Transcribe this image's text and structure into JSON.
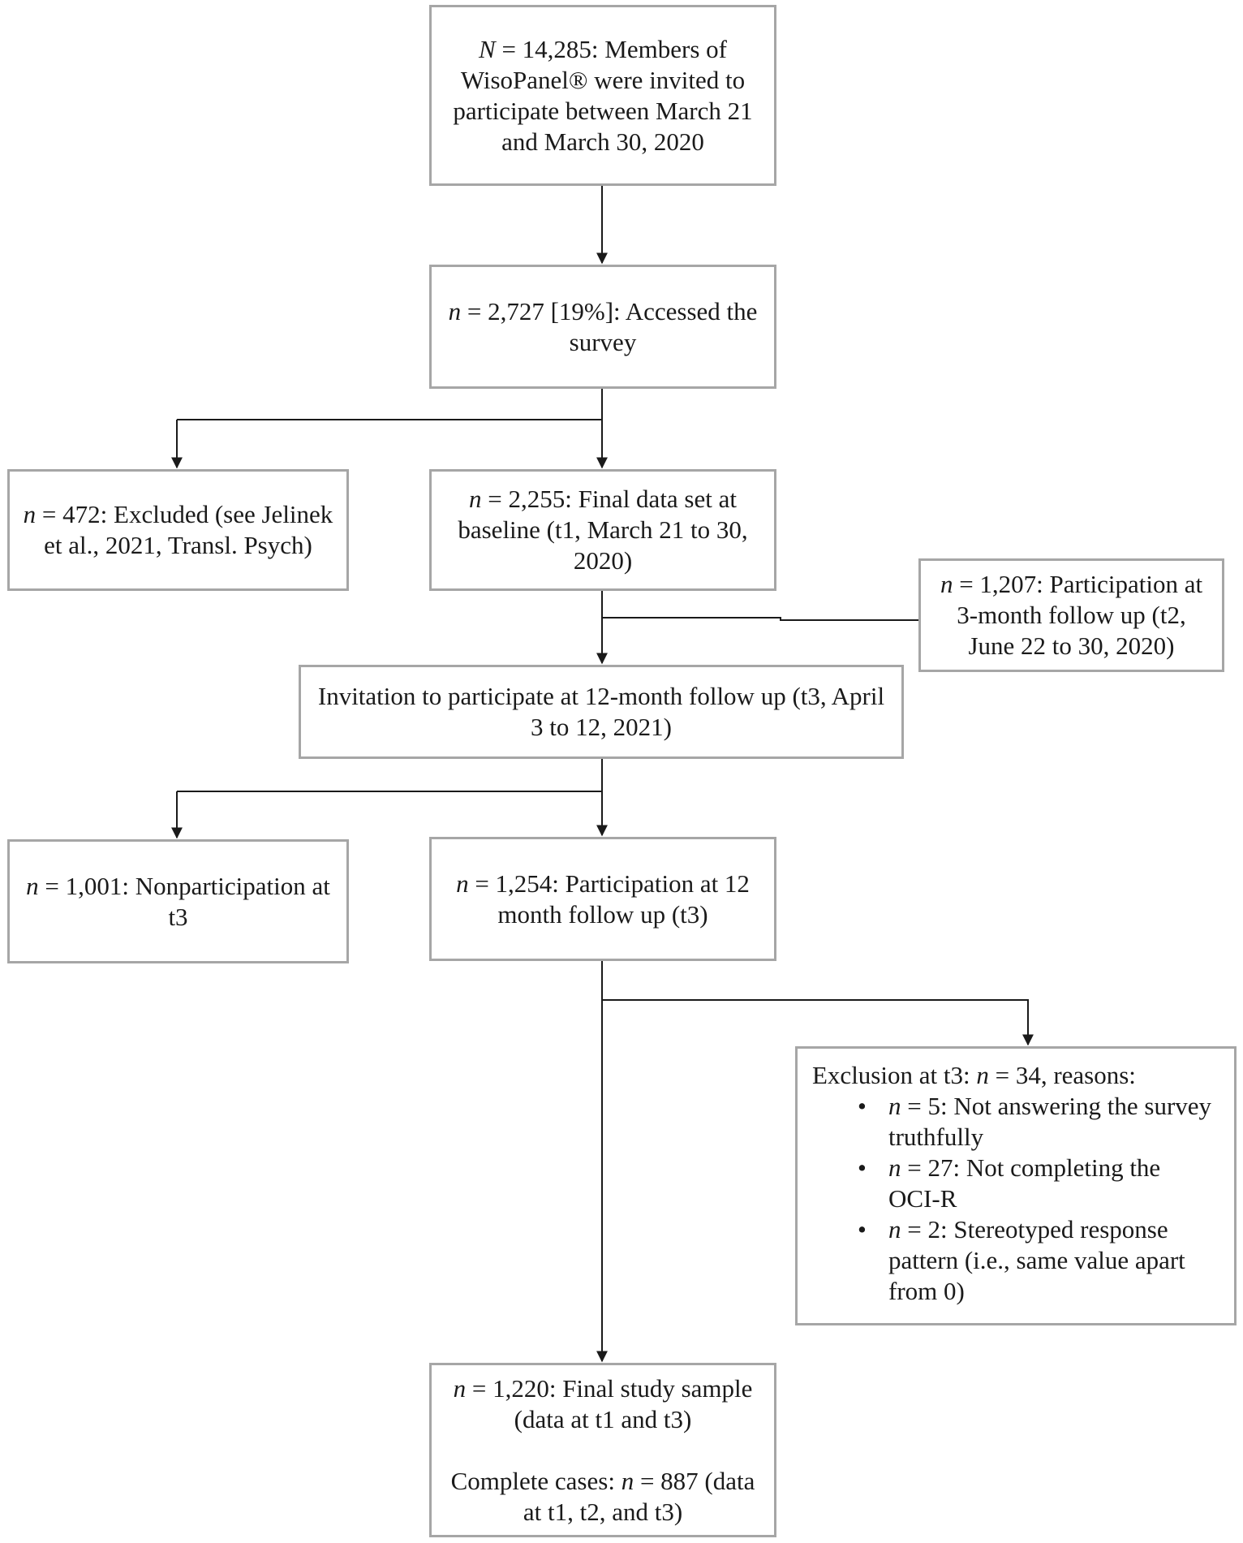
{
  "boxes": {
    "invited": {
      "var": "N",
      "text": " = 14,285: Members of WisoPanel® were invited to participate between March 21 and March 30, 2020"
    },
    "accessed": {
      "var": "n",
      "text": " = 2,727 [19%]: Accessed the survey"
    },
    "excluded": {
      "var": "n",
      "text": " = 472: Excluded (see Jelinek et al., 2021, Transl. Psych)"
    },
    "baseline": {
      "var": "n",
      "text": " = 2,255: Final data set at baseline (t1, March 21 to 30, 2020)"
    },
    "t2": {
      "var": "n",
      "text": " = 1,207: Participation at 3-month follow up (t2, June 22 to 30, 2020)"
    },
    "invite_t3": {
      "text": "Invitation to participate at 12-month follow up (t3, April 3 to 12, 2021)"
    },
    "nonparticipation": {
      "var": "n",
      "text": " = 1,001: Nonparticipation at t3"
    },
    "participation_t3": {
      "var": "n",
      "text": " = 1,254: Participation at 12 month follow up (t3)"
    },
    "exclusion_t3": {
      "head_prefix": "Exclusion at t3: ",
      "head_var": "n",
      "head_suffix": " = 34, reasons:",
      "bullet": "•",
      "reasons": [
        {
          "var": "n",
          "text": " = 5: Not answering the survey truthfully"
        },
        {
          "var": "n",
          "text": " = 27: Not completing the OCI-R"
        },
        {
          "var": "n",
          "text": " = 2: Stereotyped response pattern (i.e., same value apart from 0)"
        }
      ]
    },
    "final": {
      "var": "n",
      "text": " = 1,220: Final study sample (data at t1 and t3)",
      "complete_prefix": "Complete cases: ",
      "complete_var": "n",
      "complete_suffix": " = 887 (data at t1, t2, and t3)"
    }
  },
  "colors": {
    "box_border": "#a6a6a6",
    "line": "#1a1a1a",
    "text": "#1a1a1a"
  }
}
